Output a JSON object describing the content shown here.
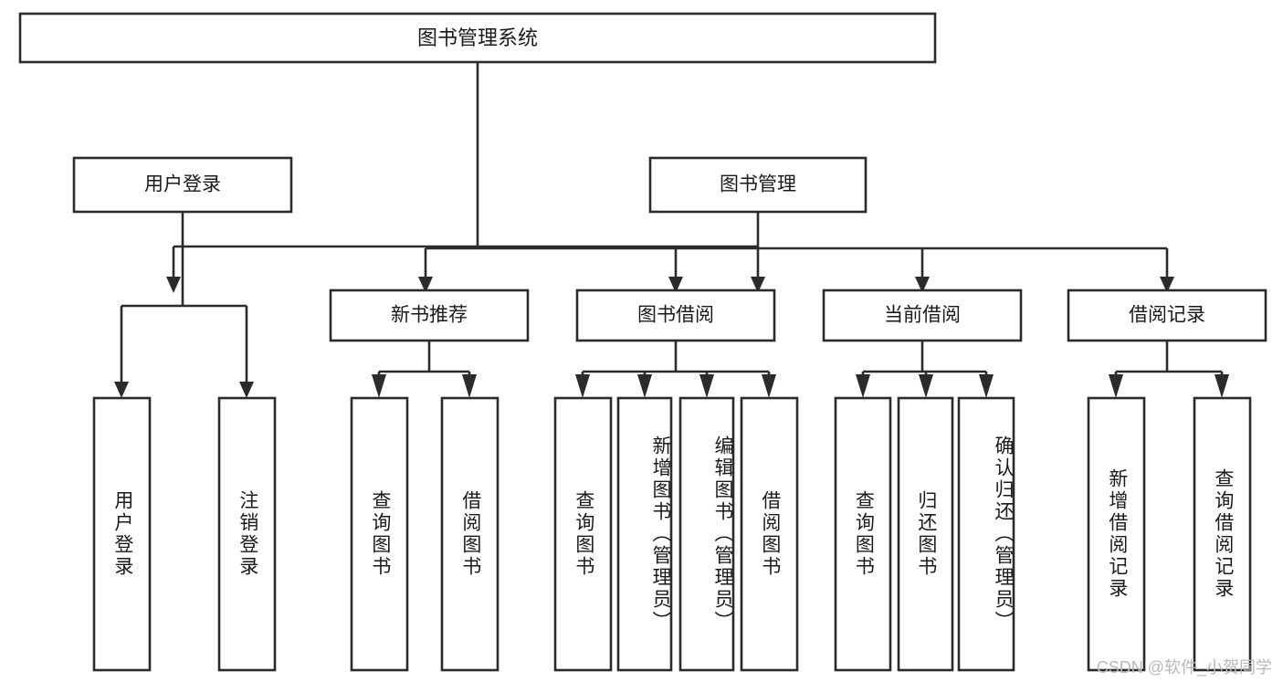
{
  "diagram": {
    "type": "tree",
    "orientation": "top-down",
    "title": "图书管理系统",
    "watermark": "CSDN @软件_小贺同学",
    "colors": {
      "stroke": "#2b2b2b",
      "fill": "#ffffff",
      "text": "#1a1a1a",
      "watermark": "#b9b9b9",
      "background": "#ffffff"
    },
    "levels": {
      "root": "图书管理系统",
      "level2": [
        "用户登录",
        "图书管理"
      ],
      "level3": [
        "新书推荐",
        "图书借阅",
        "当前借阅",
        "借阅记录"
      ]
    },
    "nodes": {
      "root": {
        "label": "图书管理系统",
        "orientation": "horizontal"
      },
      "user_login": {
        "label": "用户登录",
        "orientation": "horizontal"
      },
      "book_manage": {
        "label": "图书管理",
        "orientation": "horizontal"
      },
      "new_book_rec": {
        "label": "新书推荐",
        "orientation": "horizontal"
      },
      "book_borrow": {
        "label": "图书借阅",
        "orientation": "horizontal"
      },
      "current_borrow": {
        "label": "当前借阅",
        "orientation": "horizontal"
      },
      "borrow_record": {
        "label": "借阅记录",
        "orientation": "horizontal"
      },
      "leaf_user_login": {
        "label": "用户登录",
        "orientation": "vertical"
      },
      "leaf_logout": {
        "label": "注销登录",
        "orientation": "vertical"
      },
      "leaf_query_book_1": {
        "label": "查询图书",
        "orientation": "vertical"
      },
      "leaf_borrow_book_1": {
        "label": "借阅图书",
        "orientation": "vertical"
      },
      "leaf_query_book_2": {
        "label": "查询图书",
        "orientation": "vertical"
      },
      "leaf_add_book": {
        "label": "新增图书（管理员）",
        "orientation": "vertical"
      },
      "leaf_edit_book": {
        "label": "编辑图书（管理员）",
        "orientation": "vertical"
      },
      "leaf_borrow_book_2": {
        "label": "借阅图书",
        "orientation": "vertical"
      },
      "leaf_query_book_3": {
        "label": "查询图书",
        "orientation": "vertical"
      },
      "leaf_return_book": {
        "label": "归还图书",
        "orientation": "vertical"
      },
      "leaf_confirm_return": {
        "label": "确认归还（管理员）",
        "orientation": "vertical"
      },
      "leaf_add_record": {
        "label": "新增借阅记录",
        "orientation": "vertical"
      },
      "leaf_query_record": {
        "label": "查询借阅记录",
        "orientation": "vertical"
      }
    },
    "edges": [
      {
        "from": "图书管理系统",
        "to": "用户登录"
      },
      {
        "from": "图书管理系统",
        "to": "图书管理"
      },
      {
        "from": "用户登录",
        "to": "用户登录"
      },
      {
        "from": "用户登录",
        "to": "注销登录"
      },
      {
        "from": "图书管理",
        "to": "新书推荐"
      },
      {
        "from": "图书管理",
        "to": "图书借阅"
      },
      {
        "from": "图书管理",
        "to": "当前借阅"
      },
      {
        "from": "图书管理",
        "to": "借阅记录"
      },
      {
        "from": "新书推荐",
        "to": "查询图书"
      },
      {
        "from": "新书推荐",
        "to": "借阅图书"
      },
      {
        "from": "图书借阅",
        "to": "查询图书"
      },
      {
        "from": "图书借阅",
        "to": "新增图书（管理员）"
      },
      {
        "from": "图书借阅",
        "to": "编辑图书（管理员）"
      },
      {
        "from": "图书借阅",
        "to": "借阅图书"
      },
      {
        "from": "当前借阅",
        "to": "查询图书"
      },
      {
        "from": "当前借阅",
        "to": "归还图书"
      },
      {
        "from": "当前借阅",
        "to": "确认归还（管理员）"
      },
      {
        "from": "借阅记录",
        "to": "新增借阅记录"
      },
      {
        "from": "借阅记录",
        "to": "查询借阅记录"
      }
    ]
  }
}
